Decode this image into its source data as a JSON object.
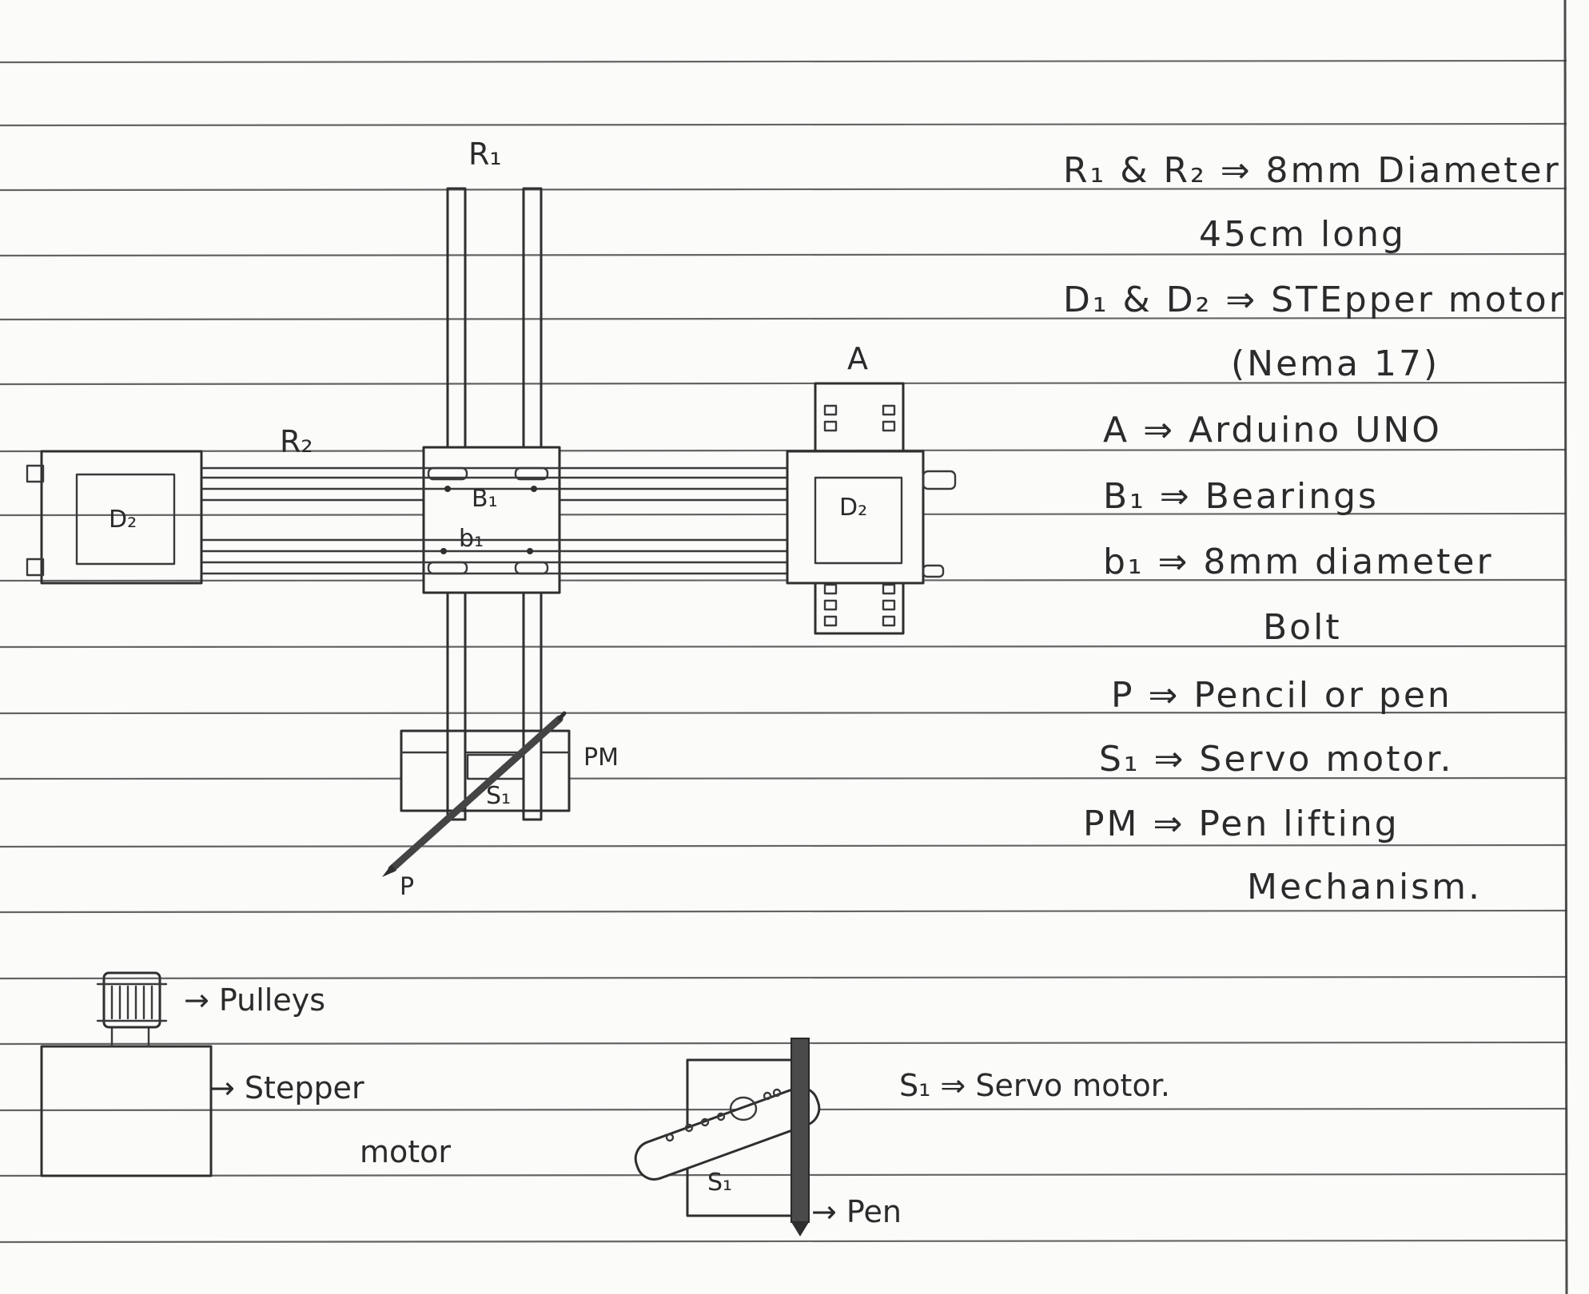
{
  "labels": {
    "r1": "R₁",
    "r2": "R₂",
    "a": "A",
    "d2_left": "D₂",
    "d2_right": "D₂",
    "b1": "B₁",
    "b1_small": "b₁",
    "pm": "PM",
    "s1": "S₁",
    "p": "P",
    "pulleys": "→ Pulleys",
    "stepper": "→ Stepper",
    "motor": "motor",
    "s1_servo_note": "S₁ ⇒ Servo motor.",
    "s1_bottom": "S₁",
    "pen": "→ Pen"
  },
  "legend": [
    "R₁ & R₂ ⇒  8mm  Diameter",
    "45cm long",
    "D₁ & D₂ ⇒ STEpper motor",
    "(Nema 17)",
    "A ⇒ Arduino UNO",
    "B₁ ⇒ Bearings",
    "b₁ ⇒ 8mm diameter",
    "Bolt",
    "P ⇒ Pencil or pen",
    "S₁ ⇒ Servo motor.",
    "PM ⇒ Pen lifting",
    "Mechanism."
  ],
  "colors": {
    "ink": "#2f2f2f",
    "paper": "#fbfbfa",
    "rule": "#3a3a3a"
  }
}
